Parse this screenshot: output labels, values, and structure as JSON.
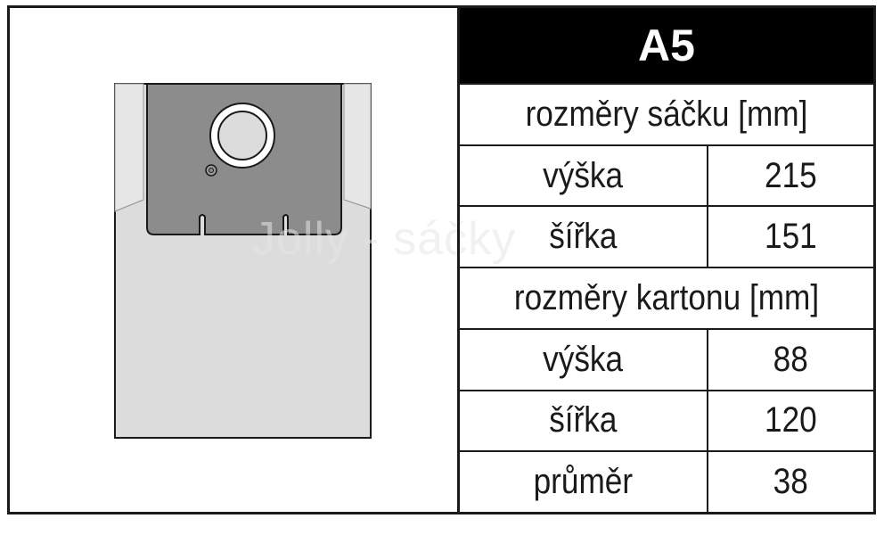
{
  "model": "A5",
  "watermark": "Jolly - sáčky",
  "bag_dimensions": {
    "heading": "rozměry sáčku [mm]",
    "rows": [
      {
        "label": "výška",
        "value": "215"
      },
      {
        "label": "šířka",
        "value": "151"
      }
    ]
  },
  "carton_dimensions": {
    "heading": "rozměry kartonu [mm]",
    "rows": [
      {
        "label": "výška",
        "value": "88"
      },
      {
        "label": "šířka",
        "value": "120"
      },
      {
        "label": "průměr",
        "value": "38"
      }
    ]
  },
  "colors": {
    "bag_paper": "#dcdcdc",
    "bag_paper_light": "#e4e4e4",
    "cardboard": "#8c8c8c",
    "outline": "#1a1a1a",
    "header_bg": "#000000",
    "header_text": "#ffffff"
  }
}
